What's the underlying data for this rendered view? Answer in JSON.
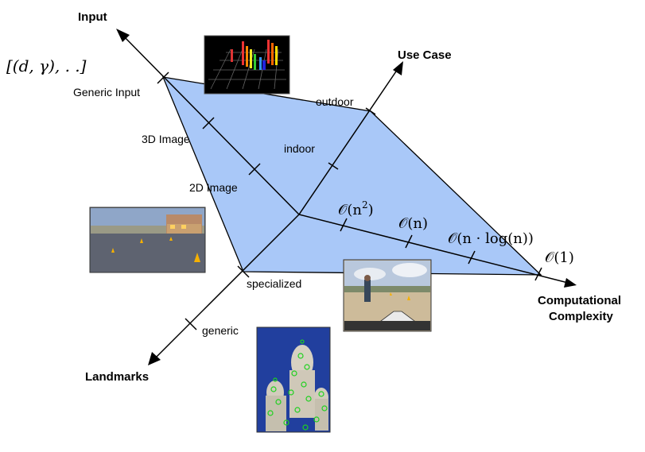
{
  "axes": {
    "input": "Input",
    "use_case": "Use Case",
    "computational_complexity_line1": "Computational",
    "computational_complexity_line2": "Complexity",
    "landmarks": "Landmarks"
  },
  "input_ticks": {
    "generic_input": "Generic Input",
    "image_3d": "3D Image",
    "image_2d": "2D Image"
  },
  "use_case_ticks": {
    "outdoor": "outdoor",
    "indoor": "indoor"
  },
  "landmark_ticks": {
    "specialized": "specialized",
    "generic": "generic"
  },
  "complexity_ticks": {
    "o_n2_prefix": "𝒪(n",
    "o_n2_exp": "2",
    "o_n2_suffix": ")",
    "o_n": "𝒪(n)",
    "o_nlogn": "𝒪(n · log(n))",
    "o_1": "𝒪(1)"
  },
  "input_notation": "[(d, γ), . .]",
  "colors": {
    "plane_fill": "#a9c8f8",
    "plane_stroke": "#000000",
    "axis": "#000000"
  }
}
